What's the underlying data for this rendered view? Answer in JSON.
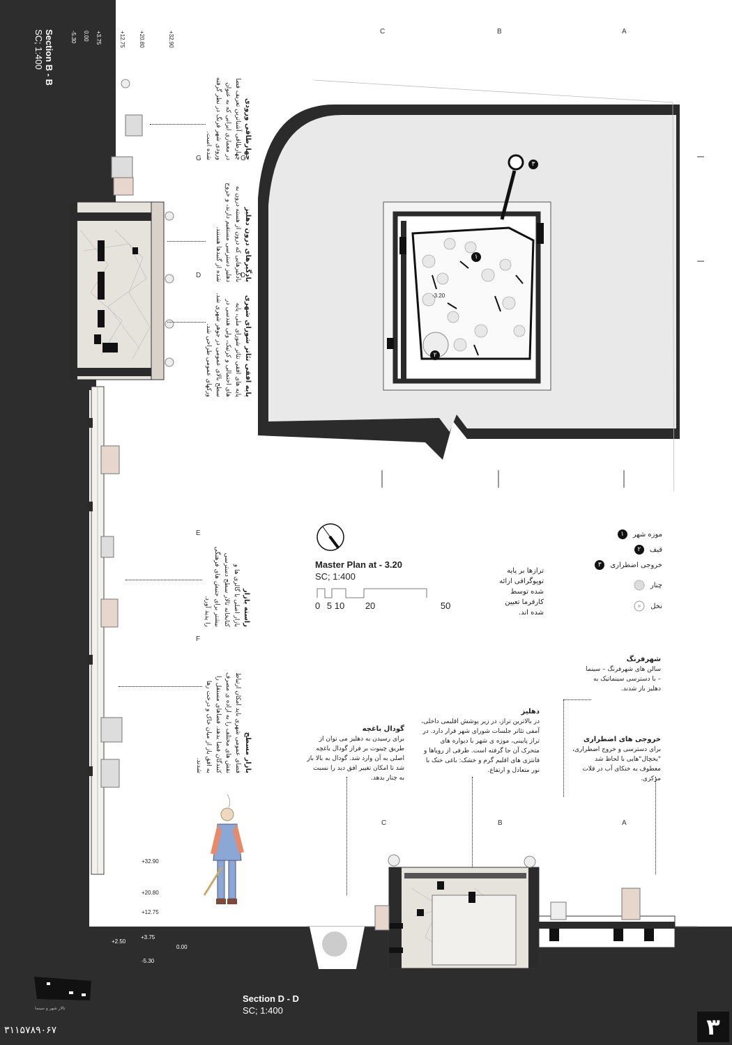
{
  "section_bb": {
    "title": "Section B  -  B",
    "scale": "SC; 1:400",
    "elevations_top": [
      "+3.75",
      "0.00",
      "-5.30"
    ],
    "elevations_main": [
      "+12.75",
      "+20.80",
      "+32.90"
    ],
    "grid_letters": [
      "G",
      "D",
      "E",
      "F"
    ]
  },
  "annotations_bb": [
    {
      "title": "چهارطاقی ورودی",
      "text": "چهارطاقی آشناترین تعریف فضا در معماری ایرانی که به عنوان ورودی شهر فرنگ در نظر گرفته شده است."
    },
    {
      "title": "بادگیرهای درون دهلیز",
      "text": "بادگیرهایی که درون از هسته درون به دهلیز دسترسی مستقیم دارند، و خروج شده از گنبدها هستند."
    },
    {
      "title": "پایه افقی تئاتر شورای شهری",
      "text": "پایه های افقی تئاتر شورای ملی، پایه های احتمالی و کرتیک، ولی هندسی در سطح بالای عمومی در جوهر شهری شد. ورکهای عمومی طراحی شد."
    },
    {
      "title": "راسته بازار",
      "text": "بازار اصلی با گالری ها و کتابخانه تالار سطح دسترسی بیشتر برای جنبش های فرهنگی را پدید آورد."
    },
    {
      "title": "بازار مسطح",
      "text": "فضای عمومی شهری باید امکان ارتباط نقش های مختلف را به اراده ی مصرف کنندگان فضا بدهد. فضاهای مستقل را به افق باز از میان خاک و درخت رها شدند."
    }
  ],
  "master_plan": {
    "title": "Master Plan at - 3.20",
    "scale": "SC; 1:400",
    "scale_bar": [
      "0",
      "5",
      "10",
      "20",
      "50"
    ],
    "level_note": "ترازها بر پایه توپوگرافی ارائه شده توسط کارفرما تعیین شده اند.",
    "plan_level": "-3.20",
    "grid_top": [
      "C",
      "B",
      "A"
    ],
    "marker_numbers": [
      "۱",
      "۲",
      "۳"
    ]
  },
  "legend": [
    {
      "num": "۱",
      "label": "موزه شهر"
    },
    {
      "num": "۲",
      "label": "قیف"
    },
    {
      "num": "۳",
      "label": "خروجی اضطراری"
    },
    {
      "icon": "plane-tree-icon",
      "label": "چنار"
    },
    {
      "icon": "palm-tree-icon",
      "label": "نخل"
    }
  ],
  "annotations_dd": [
    {
      "title": "شهرفرنگ",
      "text": "سالن های شهرفرنگ – سینما – با دسترسی سینماتیک به دهلیز باز شدند."
    },
    {
      "title": "دهلیز",
      "text": "در بالاترین تراز، در زیر پوشش اقلیمی داخلی، آمفی تئاتر جلسات شورای شهر قرار دارد. در تراز پایینی، موزه ی شهر با دیواره های متحرک آن جا گرفته است. ظرفی از رویاها و فانتزی های اقلیم گرم و خشک: باغی خنک با نور متعادل و ارتفاع."
    },
    {
      "title": "گودال باغچه",
      "text": "برای رسیدن به دهلیز می توان از طریق چینوت بر فراز گودال باغچه اصلی به آن وارد شد. گودال به بالا باز شد تا امکان تغییر افق دید را نسبت به چنار بدهد."
    },
    {
      "title": "خروجی های اضطراری",
      "text": "برای دسترسی و خروج اضطراری، \"یخچال\"هایی با لحاظ شد معطوف به خنکای آب در قلات مرکزی."
    }
  ],
  "section_dd": {
    "title": "Section D  -  D",
    "scale": "SC; 1:400",
    "grid_letters": [
      "C",
      "B",
      "A"
    ],
    "elevations_upper": [
      "+32.90",
      "+20.80",
      "+12.75"
    ],
    "elevations_lower": [
      "+2.50",
      "+3.75",
      "0.00",
      "-5.30"
    ]
  },
  "footer": {
    "student_id": "۳۱۱۵۷۸۹۰۶۷",
    "sheet_number": "۳",
    "logo_caption": "تالار شهر و سینما"
  },
  "colors": {
    "dark_band": "#2d2d2d",
    "plaza": "#e9e9e9",
    "wall": "#2b2b2b"
  }
}
